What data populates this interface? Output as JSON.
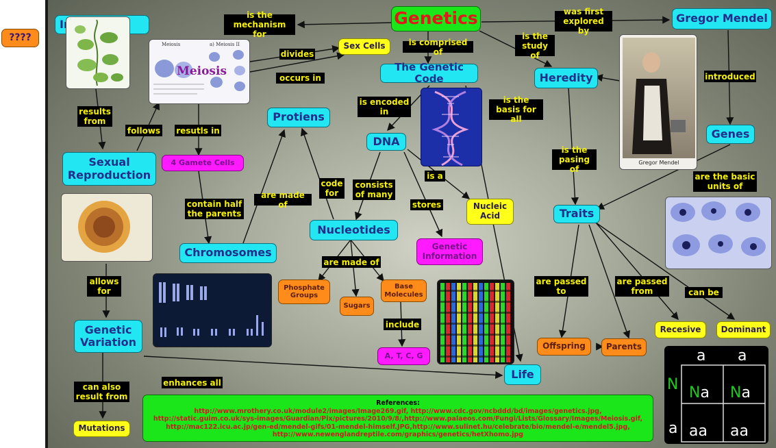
{
  "corner_badge": "????",
  "nodes": {
    "genetics": "Genetics",
    "gregor_mendel": "Gregor Mendel",
    "inheritance": "Inheritance",
    "sex_cells": "Sex Cells",
    "genetic_code": "The Genetic Code",
    "heredity": "Heredity",
    "protiens": "Protiens",
    "dna": "DNA",
    "genes": "Genes",
    "sexual_reproduction": "Sexual Reproduction",
    "gamete_cells": "4 Gamete Cells",
    "nucleic_acid": "Nucleic Acid",
    "traits": "Traits",
    "nucleotides": "Nucleotides",
    "genetic_information": "Genetic Information",
    "chromosomes": "Chromosomes",
    "phosphate_groups": "Phosphate Groups",
    "sugars": "Sugars",
    "base_molecules": "Base Molecules",
    "recesive": "Recesive",
    "dominant": "Dominant",
    "genetic_variation": "Genetic Variation",
    "offspring": "Offspring",
    "parents": "Parents",
    "atcg": "A, T, C, G",
    "life": "Life",
    "mutations": "Mutations"
  },
  "links": {
    "mechanism_for": "is the mechanism for",
    "first_explored_by": "was first explored by",
    "divides": "divides",
    "comprised_of": "is comprised of",
    "study_of": "is the study of",
    "introduced": "introduced",
    "occurs_in": "occurs in",
    "encoded_in": "is encoded in",
    "basis_for_all": "is the basis for all",
    "results_from": "results from",
    "follows": "follows",
    "results_in": "resutls in",
    "pasing_of": "is the pasing of",
    "basic_units_of": "are the basic units of",
    "code_for": "code for",
    "consists_of_many": "consists of many",
    "is_a": "is a",
    "contain_half": "contain half the parents",
    "are_made_of_1": "are made of",
    "stores": "stores",
    "are_made_of_2": "are made of",
    "allows_for": "allows for",
    "passed_to": "are passed to",
    "passed_from": "are passed from",
    "can_be": "can be",
    "include": "include",
    "can_also_result_from": "can also result from",
    "enhances_all": "enhances all"
  },
  "images": {
    "meiosis_title": "Meiosis",
    "meiosis_caption_1": "Meiosis",
    "meiosis_caption_2": "a) Meiosis II",
    "mendel_caption": "Gregor Mendel"
  },
  "references": {
    "title": "References:",
    "lines": [
      "http://www.mrothery.co.uk/module2/images/Image269.gif, http://www.cdc.gov/ncbddd/bd/images/genetics.jpg,",
      "http://static.guim.co.uk/sys-images/Guardian/Pix/pictures/2010/9/8/,http://www.palaeos.com/Fungi/Lists/Glossary/Images/Meiosis.gif,",
      "http://mac122.icu.ac.jp/gen-ed/mendel-gifs/01-mendel-himself.JPG,http://www.sulinet.hu/celebrate/bio/mendel-e/mendel5.jpg,",
      "http://www.newenglandreptile.com/graphics/genetics/hetXhomo.jpg"
    ]
  },
  "punnett": {
    "top_1": "a",
    "top_2": "a",
    "side_1": "N",
    "side_2": "a",
    "cell_11": "Na",
    "cell_12": "Na",
    "cell_21": "aa",
    "cell_22": "aa"
  },
  "colors": {
    "node_cyan": "#22e6f2",
    "node_yellow": "#ffff1a",
    "node_magenta": "#ff1aff",
    "node_orange": "#ff8c1a",
    "node_green": "#1ae61a",
    "label_bg": "#000000",
    "label_text": "#f5f000"
  }
}
